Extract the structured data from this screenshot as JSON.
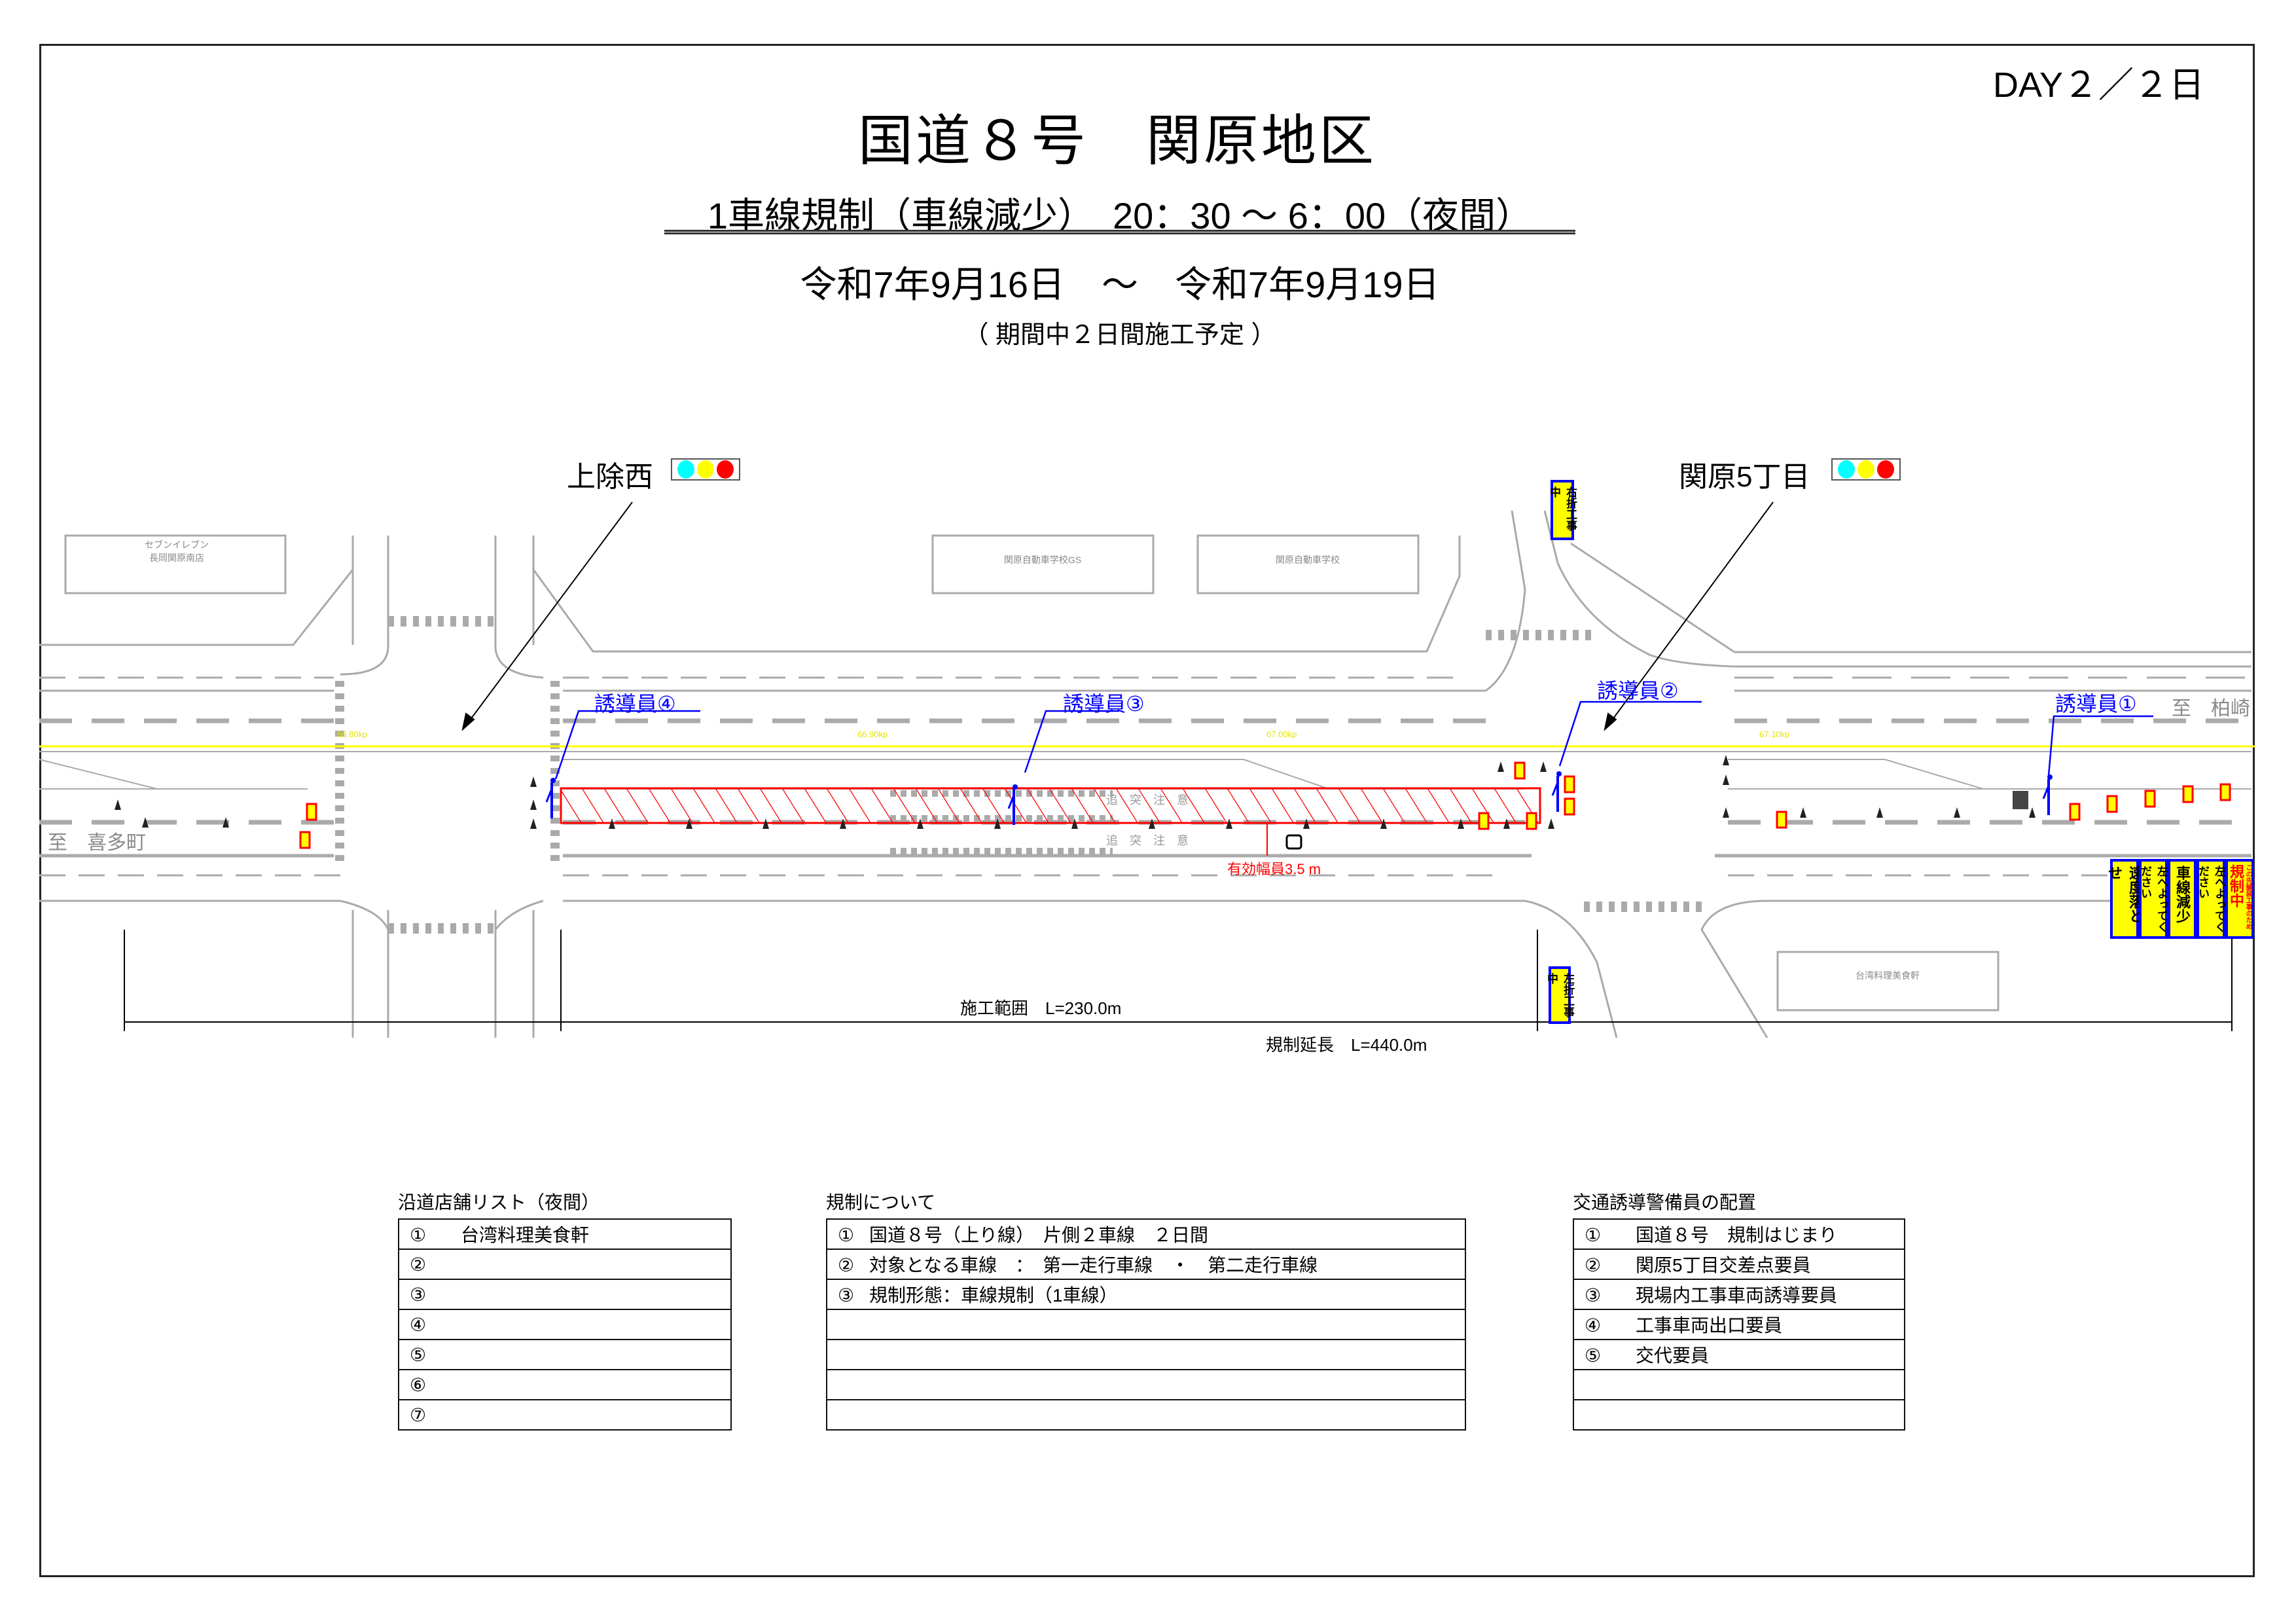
{
  "header": {
    "day": "DAY２／２日",
    "title": "国道８号　関原地区",
    "subtitle": "1車線規制（車線減少）　20：30 〜 6：00（夜間）",
    "dates": "令和7年9月16日　〜　令和7年9月19日",
    "note": "（ 期間中２日間施工予定 ）"
  },
  "intersections": [
    {
      "name": "上除西"
    },
    {
      "name": "関原5丁目"
    }
  ],
  "map": {
    "direction_west": "至　喜多町",
    "direction_east": "至　柏崎",
    "guards": [
      "誘導員①",
      "誘導員②",
      "誘導員③",
      "誘導員④"
    ],
    "kp": [
      "66.80kp",
      "66.90kp",
      "67.00kp",
      "67.10kp"
    ],
    "buildings": {
      "seven_line1": "セブンイレブン",
      "seven_line2": "長岡関原南店",
      "school_gs": "関原自動車学校GS",
      "school": "関原自動車学校",
      "taiwan": "台湾料理美食軒"
    },
    "width_label": "有効幅員3.5 m",
    "road_text": "追突注意",
    "dim_work": "施工範囲　L=230.0m",
    "dim_regulation": "規制延長　L=440.0m",
    "signs": {
      "right_turn": "右折工事中",
      "left_turn": "左折工事中",
      "board": [
        "速度落とせ",
        "左へよってください",
        "車線減少",
        "左へよってください"
      ],
      "final_small": "この先舗装工事のため",
      "final_big": "規制中"
    }
  },
  "tables": {
    "stores": {
      "title": "沿道店舗リスト（夜間）",
      "rows": [
        {
          "no": "①",
          "text": "台湾料理美食軒"
        },
        {
          "no": "②",
          "text": ""
        },
        {
          "no": "③",
          "text": ""
        },
        {
          "no": "④",
          "text": ""
        },
        {
          "no": "⑤",
          "text": ""
        },
        {
          "no": "⑥",
          "text": ""
        },
        {
          "no": "⑦",
          "text": ""
        }
      ]
    },
    "regulation": {
      "title": "規制について",
      "rows": [
        {
          "no": "①",
          "text": "国道８号（上り線）　片側２車線　２日間"
        },
        {
          "no": "②",
          "text": "対象となる車線　：　第一走行車線　・　第二走行車線"
        },
        {
          "no": "③",
          "text": "規制形態：車線規制（1車線）"
        },
        {
          "no": "",
          "text": ""
        },
        {
          "no": "",
          "text": ""
        },
        {
          "no": "",
          "text": ""
        },
        {
          "no": "",
          "text": ""
        }
      ]
    },
    "guards": {
      "title": "交通誘導警備員の配置",
      "rows": [
        {
          "no": "①",
          "text": "国道８号　規制はじまり"
        },
        {
          "no": "②",
          "text": "関原5丁目交差点要員"
        },
        {
          "no": "③",
          "text": "現場内工事車両誘導要員"
        },
        {
          "no": "④",
          "text": "工事車両出口要員"
        },
        {
          "no": "⑤",
          "text": "交代要員"
        },
        {
          "no": "",
          "text": ""
        },
        {
          "no": "",
          "text": ""
        }
      ]
    }
  },
  "colors": {
    "guard": "#0000ff",
    "hatch": "#ff0000",
    "center_line": "#ffff00",
    "sign": "#ffff00",
    "signal_green": "#00ffff",
    "signal_yellow": "#ffff00",
    "signal_red": "#ff0000"
  }
}
